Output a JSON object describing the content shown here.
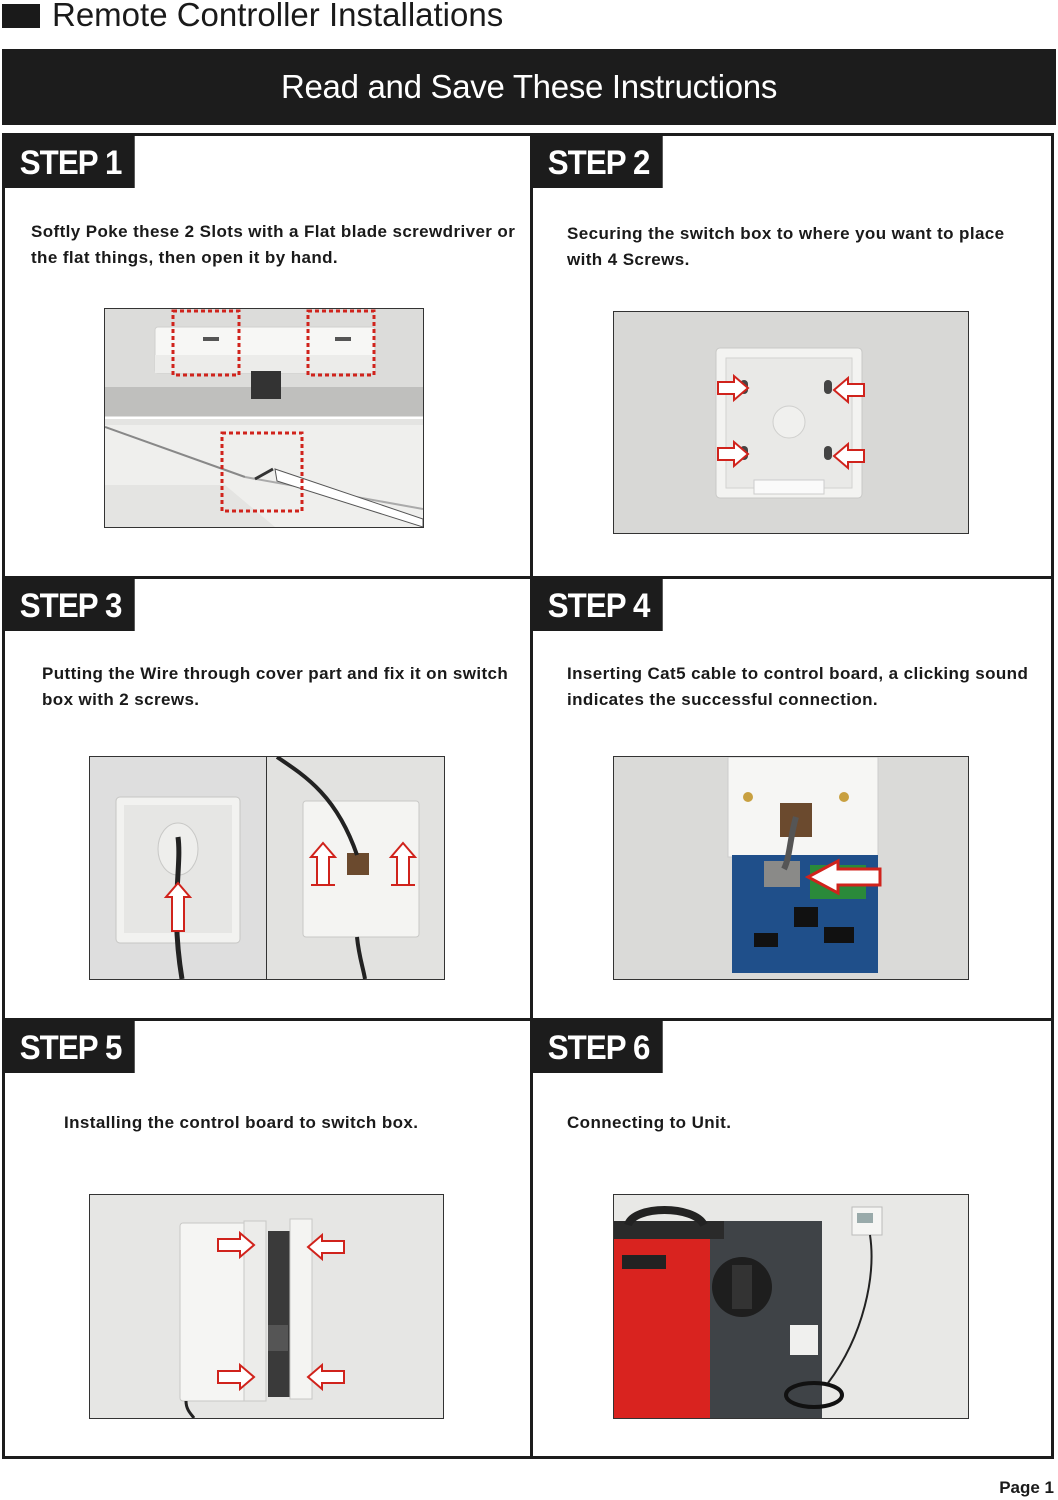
{
  "header": {
    "title": "Remote Controller Installations"
  },
  "banner": {
    "text": "Read and Save These Instructions"
  },
  "steps": [
    {
      "label": "STEP 1",
      "text": "Softly Poke these 2 Slots with a Flat blade screwdriver or the flat things, then open it by hand."
    },
    {
      "label": "STEP 2",
      "text": "Securing the switch box to where you want to place with 4 Screws."
    },
    {
      "label": "STEP 3",
      "text": "Putting the Wire through cover part and fix it on switch box with 2 screws."
    },
    {
      "label": "STEP 4",
      "text": "Inserting Cat5 cable to control board, a clicking sound indicates the successful connection."
    },
    {
      "label": "STEP 5",
      "text": "Installing the control board to switch box."
    },
    {
      "label": "STEP 6",
      "text": "Connecting to Unit."
    }
  ],
  "footer": {
    "page_label": "Page 1"
  },
  "colors": {
    "dark": "#1c1c1c",
    "highlight_red": "#d0231c",
    "unit_red": "#d9231f"
  }
}
